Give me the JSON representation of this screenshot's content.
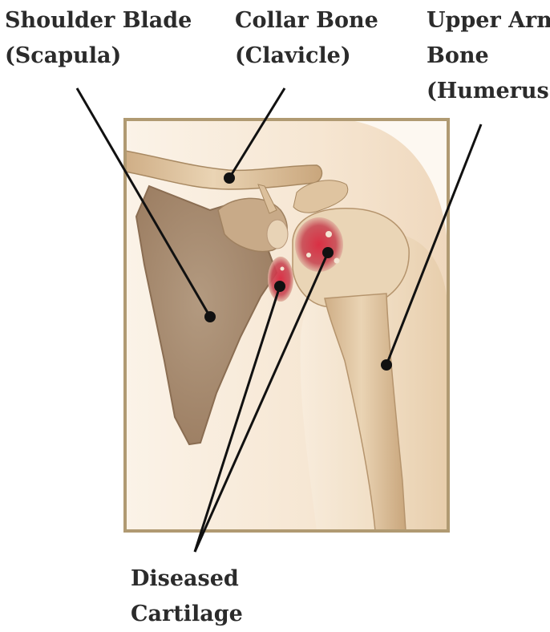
{
  "labels": {
    "scapula": "Shoulder Blade\n(Scapula)",
    "clavicle": "Collar Bone\n(Clavicle)",
    "humerus": "Upper Arm\nBone\n(Humerus)",
    "cartilage": "Diseased\nCartilage"
  },
  "colors": {
    "frame": "#b09a72",
    "bone": "#e3c8a5",
    "scapula": "#a88d73",
    "skin": "#f4e3cd",
    "cartilage_lesion": "#cc2b3d",
    "leader_line": "#111111"
  }
}
